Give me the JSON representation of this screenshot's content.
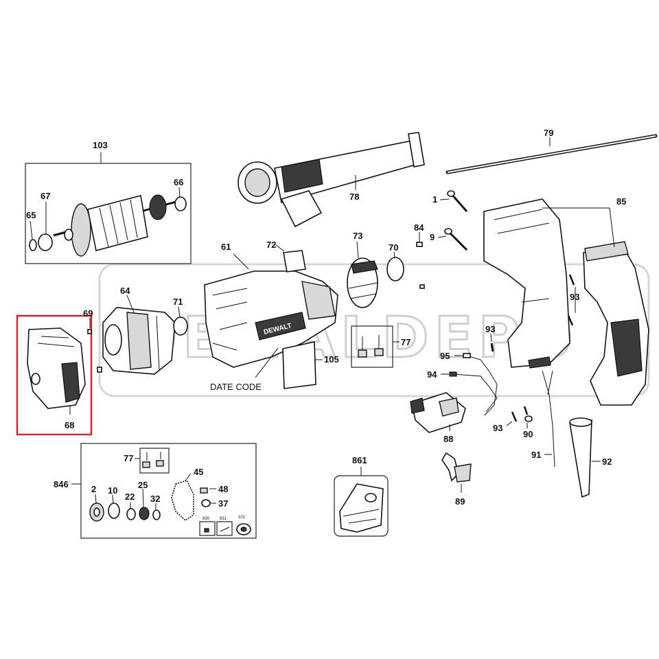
{
  "watermark": {
    "text": "DEWALDEPO",
    "color": "#cfcfcf"
  },
  "highlight": {
    "color": "#d8232a",
    "part": "68"
  },
  "date_code_label": "DATE CODE",
  "brand_on_housing": "DEWALT",
  "parts": {
    "p103": "103",
    "p67": "67",
    "p65": "65",
    "p66": "66",
    "p64": "64",
    "p71": "71",
    "p61": "61",
    "p72": "72",
    "p73": "73",
    "p70": "70",
    "p84": "84",
    "p9": "9",
    "p1": "1",
    "p79": "79",
    "p78": "78",
    "p85": "85",
    "p69": "69",
    "p68": "68",
    "p105": "105",
    "p77": "77",
    "p93a": "93",
    "p93b": "93",
    "p93c": "93",
    "p95": "95",
    "p94": "94",
    "p88": "88",
    "p90": "90",
    "p91": "91",
    "p92": "92",
    "p89": "89",
    "p861": "861",
    "p846": "846",
    "p77b": "77",
    "p2": "2",
    "p10": "10",
    "p22": "22",
    "p25": "25",
    "p32": "32",
    "p45": "45",
    "p48": "48",
    "p37": "37",
    "p830": "830",
    "p831": "831",
    "p101": "101"
  }
}
